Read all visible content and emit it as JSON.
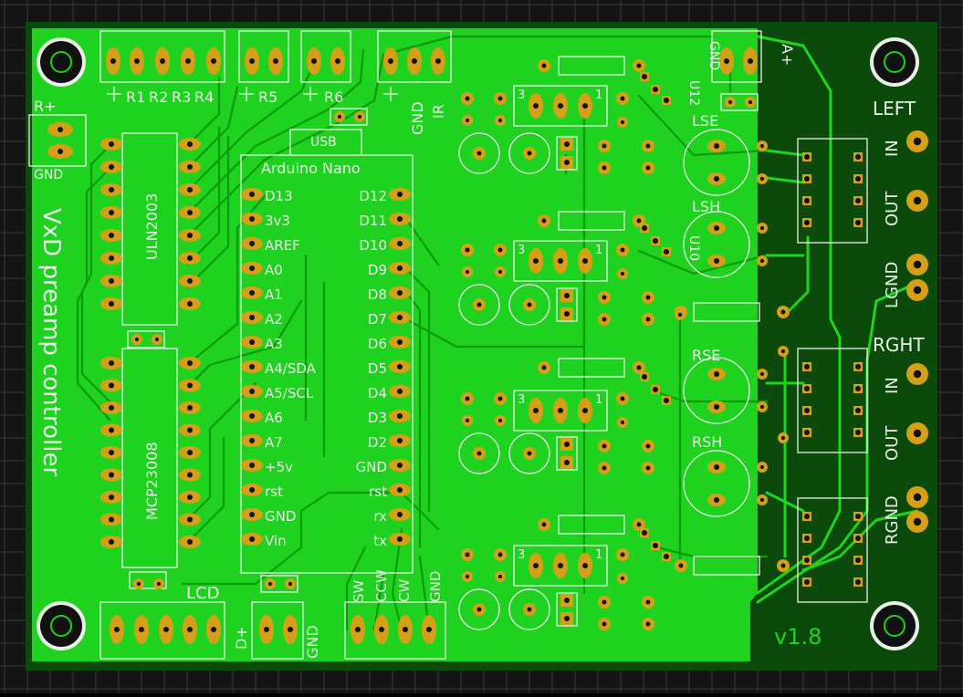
{
  "colors": {
    "background": "#141414",
    "grid": "#3a3a3a",
    "board_light": "#1fd21f",
    "board_dark": "#0c4a0c",
    "trace_light": "#0a9a0a",
    "trace_dark": "#1ed41e",
    "silk": "#e8f0e8",
    "pad": "#d4a017",
    "hole": "#111111"
  },
  "board": {
    "title": "VxD preamp controller",
    "version": "v1.8"
  },
  "connectors": {
    "relays": {
      "pins": [
        "R1",
        "R2",
        "R3",
        "R4"
      ]
    },
    "r5": "R5",
    "r6": "R6",
    "ir": "IR",
    "gnd": "GND",
    "a_plus": "A+",
    "r_plus": "R+",
    "lcd": "LCD",
    "d_plus": "D+",
    "encoder": [
      "SW",
      "CCW",
      "CW",
      "GND"
    ]
  },
  "chips": {
    "uln": "ULN2003",
    "mcp": "MCP23008"
  },
  "arduino": {
    "title": "Arduino Nano",
    "usb": "USB",
    "left_pins": [
      "D13",
      "3v3",
      "AREF",
      "A0",
      "A1",
      "A2",
      "A3",
      "A4/SDA",
      "A5/SCL",
      "A6",
      "A7",
      "+5v",
      "rst",
      "GND",
      "Vin"
    ],
    "right_pins": [
      "D12",
      "D11",
      "D10",
      "D9",
      "D8",
      "D7",
      "D6",
      "D5",
      "D4",
      "D3",
      "D2",
      "GND",
      "rst",
      "rx",
      "tx"
    ]
  },
  "regulators": {
    "pin3": "3",
    "pin1": "1"
  },
  "labels": {
    "u12": "U12",
    "u10": "U10",
    "lse": "LSE",
    "lsh": "LSH",
    "rse": "RSE",
    "rsh": "RSH",
    "left": "LEFT",
    "right": "RGHT",
    "in": "IN",
    "out": "OUT",
    "lgnd": "LGND",
    "rgnd": "RGND"
  }
}
